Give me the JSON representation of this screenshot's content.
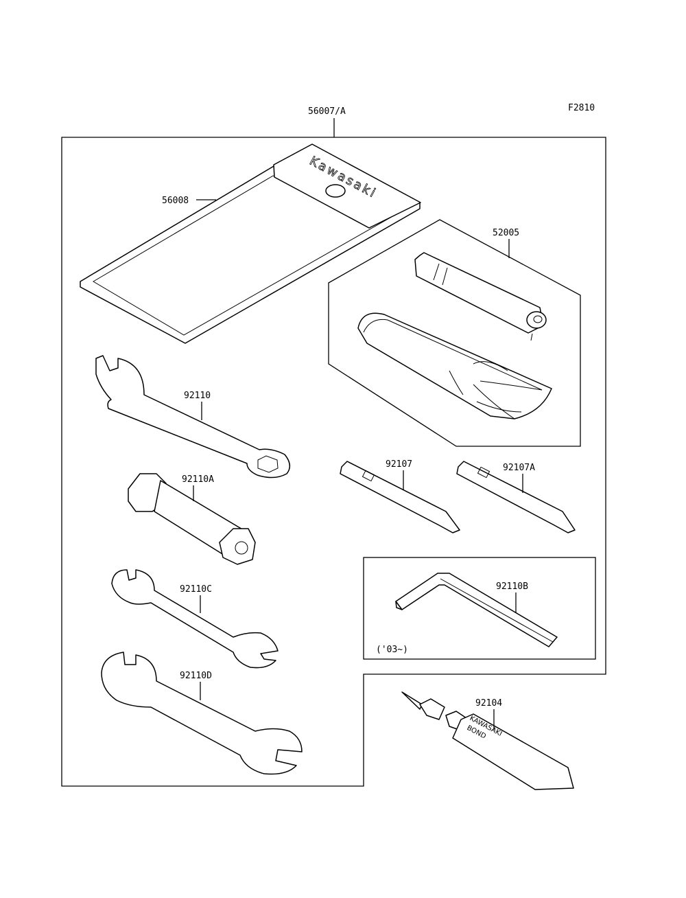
{
  "diagram_code": "F2810",
  "brand_text": "Kawasaki",
  "tube_brand": "KAWASAKI",
  "tube_product": "BOND",
  "labels": {
    "kit": "56007/A",
    "pouch": "56008",
    "bag": "52005",
    "wrench_92110": "92110",
    "box_wrench_92110a": "92110A",
    "wrench_92110c": "92110C",
    "wrench_92110d": "92110D",
    "screwdriver_92107": "92107",
    "screwdriver_92107a": "92107A",
    "hex_key_92110b": "92110B",
    "hex_key_note": "('03~)",
    "bond_92104": "92104"
  }
}
